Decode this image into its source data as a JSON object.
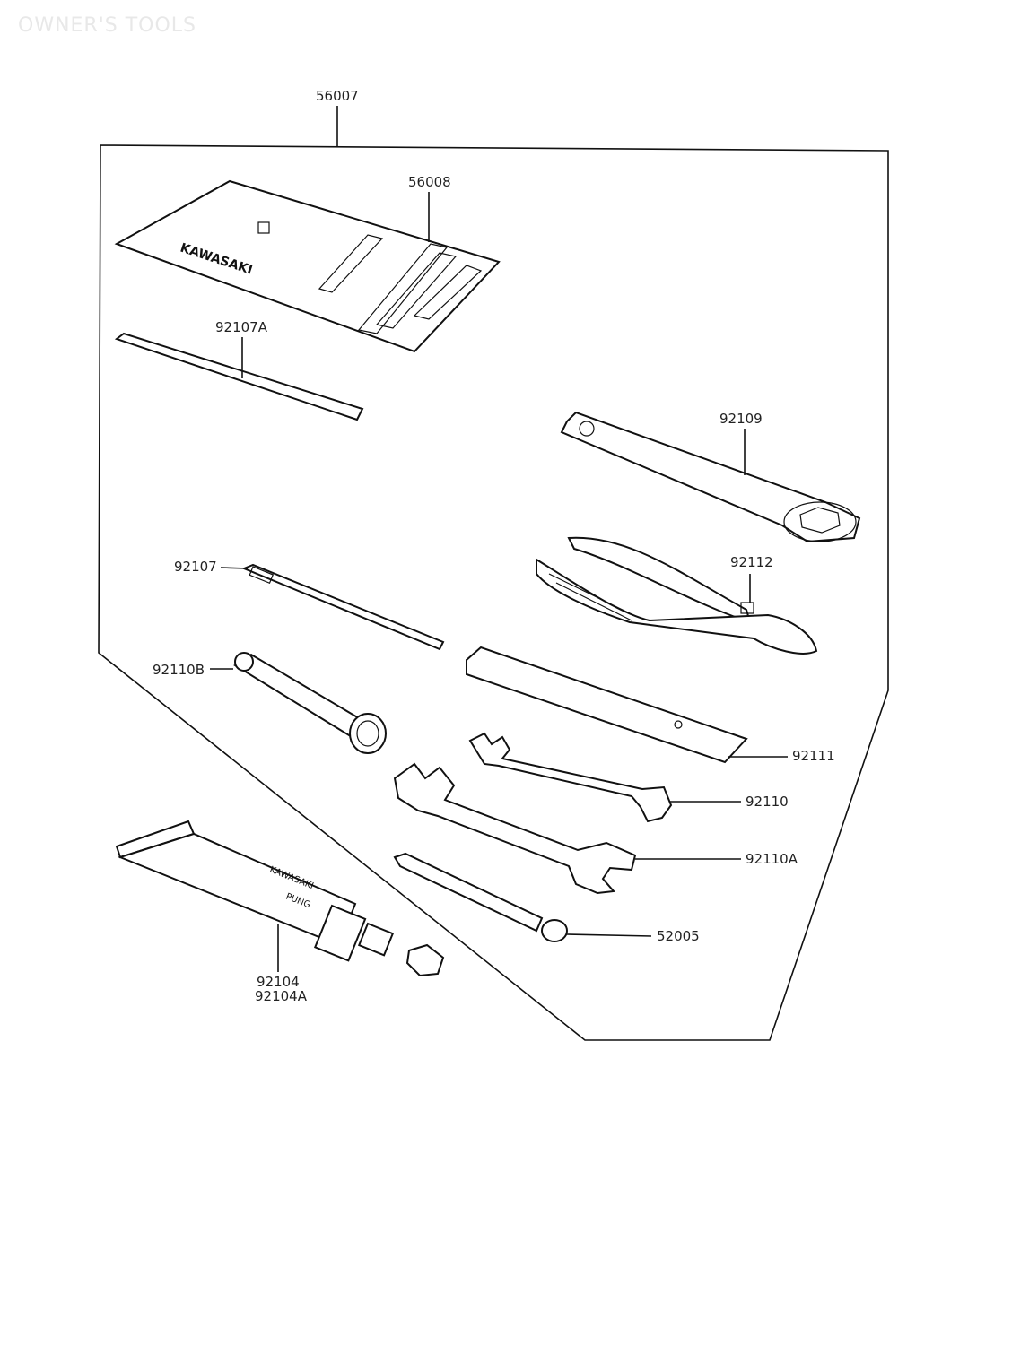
{
  "page_title": "OWNER'S TOOLS",
  "labels": {
    "tool_kit": "56007",
    "tool_bag": "56008",
    "screwdriver_handle": "92107A",
    "ring_wrench": "92109",
    "screwdriver": "92107",
    "pliers": "92112",
    "spark_plug_wrench": "92110B",
    "bar": "92111",
    "wrench_small": "92110",
    "wrench_large": "92110A",
    "screwdriver_bit": "52005",
    "grease_tube_1": "92104",
    "grease_tube_2": "92104A"
  },
  "bag_logo": "KAWASAKI",
  "tube_print_1": "KAWASAKI",
  "tube_print_2": "PUNG"
}
